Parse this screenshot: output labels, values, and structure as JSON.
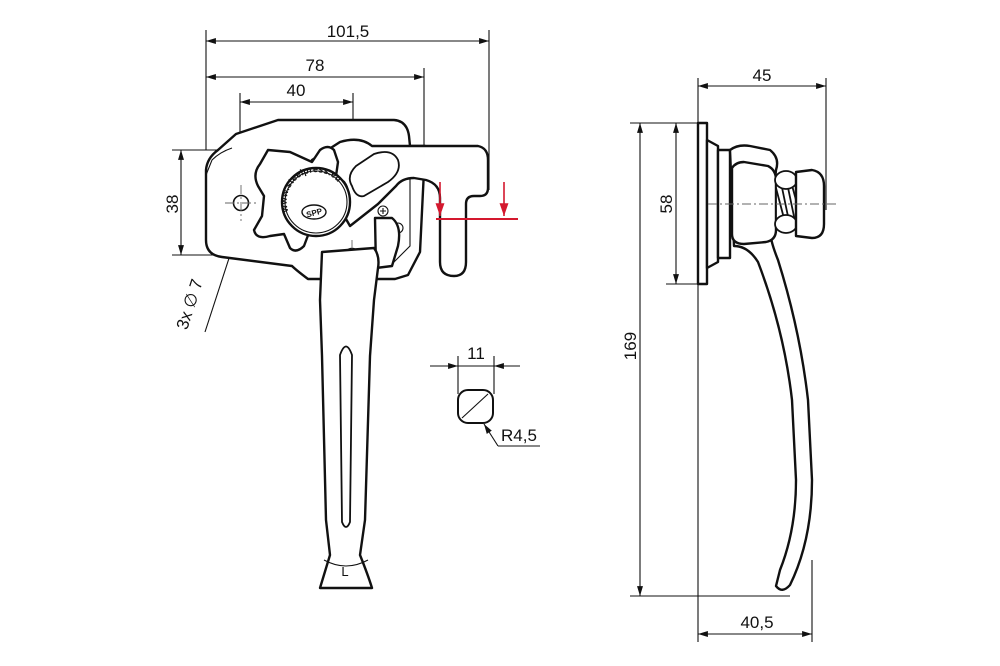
{
  "front_view": {
    "dimensions": {
      "overall_width": "101,5",
      "plate_width": "78",
      "hole_spacing": "40",
      "hole_height": "38",
      "holes": "3x ∅ 7"
    },
    "logo_text": "www.steelpress.eu",
    "logo_badge": "SPP",
    "handle_mark": "L"
  },
  "section_detail": {
    "width": "11",
    "radius": "R4,5"
  },
  "side_view": {
    "dimensions": {
      "depth": "45",
      "plate_height": "58",
      "overall_height": "169",
      "handle_depth": "40,5"
    }
  },
  "colors": {
    "line": "#111111",
    "accent": "#d4182e",
    "background": "#ffffff"
  }
}
